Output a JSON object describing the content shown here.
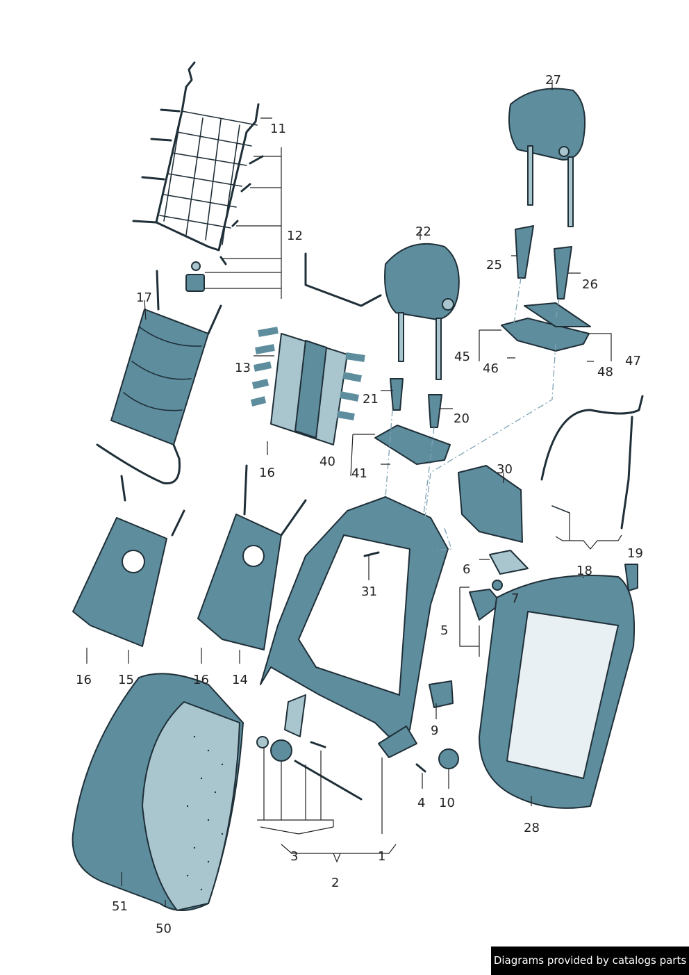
{
  "callouts": {
    "n1": "1",
    "n2": "2",
    "n3": "3",
    "n4": "4",
    "n5": "5",
    "n6": "6",
    "n7": "7",
    "n9": "9",
    "n10": "10",
    "n11": "11",
    "n12": "12",
    "n13": "13",
    "n14": "14",
    "n15": "15",
    "n16a": "16",
    "n16b": "16",
    "n16c": "16",
    "n17": "17",
    "n18": "18",
    "n19": "19",
    "n20": "20",
    "n21": "21",
    "n22": "22",
    "n25": "25",
    "n26": "26",
    "n27": "27",
    "n28": "28",
    "n30": "30",
    "n31": "31",
    "n40": "40",
    "n41": "41",
    "n45": "45",
    "n46": "46",
    "n47": "47",
    "n48": "48",
    "n50": "50",
    "n51": "51"
  },
  "credit": "Diagrams provided by catalogs parts",
  "colors": {
    "part": "#5e8d9d",
    "part_light": "#a9c6cf",
    "outline": "#1f2f38",
    "dash": "#7fa3b5"
  }
}
